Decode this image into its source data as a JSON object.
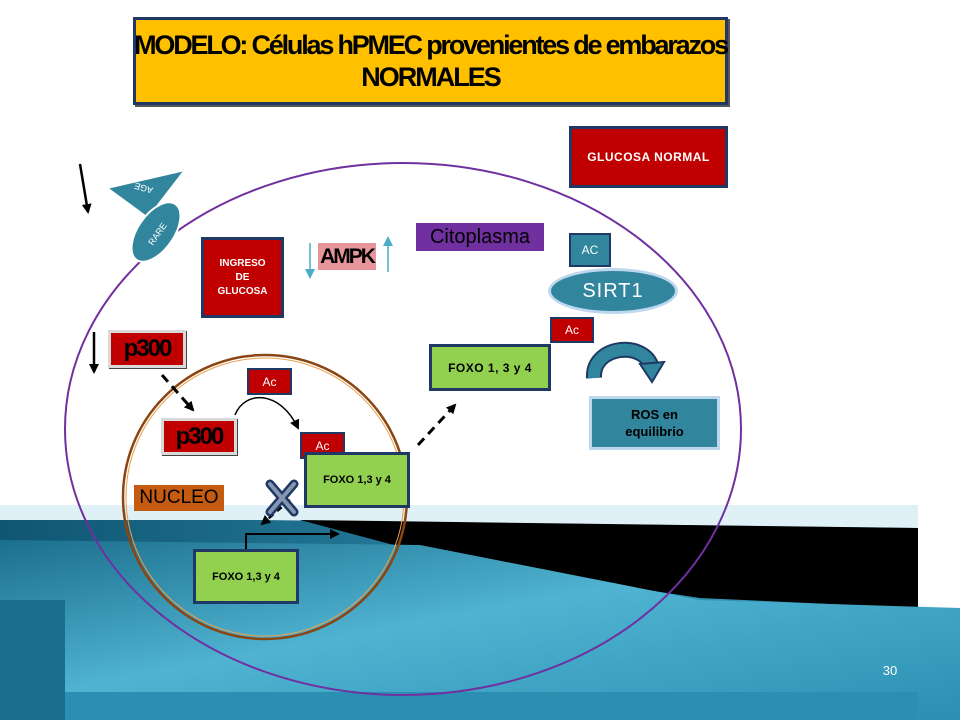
{
  "title": {
    "line1": "MODELO: Células hPMEC provenientes de embarazos",
    "line2": "NORMALES"
  },
  "labels": {
    "glucosa_normal": "GLUCOSA NORMAL",
    "age": "AGE",
    "rare": "RARE",
    "ingreso_line1": "INGRESO",
    "ingreso_line2": "DE",
    "ingreso_line3": "GLUCOSA",
    "ampk": "AMPK",
    "citoplasma": "Citoplasma",
    "ac_top": "AC",
    "sirt1": "SIRT1",
    "ac_sirt": "Ac",
    "foxo_cyto": "FOXO 1, 3 y 4",
    "ros_line1": "ROS en",
    "ros_line2": "equilibrio",
    "p300_outer": "p300",
    "ac_nuc": "Ac",
    "p300_nuc": "p300",
    "ac_foxo": "Ac",
    "foxo_nuc_upper": "FOXO 1,3 y 4",
    "nucleo": "NUCLEO",
    "foxo_nuc_lower": "FOXO 1,3 y 4"
  },
  "slide_number": "30",
  "colors": {
    "title_fill": "#FFC000",
    "title_border": "#1F3864",
    "dark_red": "#C00000",
    "navy_border": "#203864",
    "cell_membrane": "#7030A0",
    "nucleus_membrane": "#8B4513",
    "citoplasma_fill": "#7030A0",
    "nucleo_fill": "#C55A11",
    "foxo_green": "#92D050",
    "teal": "#31859C",
    "ampk_fill": "#E6959B",
    "arrow_cyan": "#4BACC6"
  }
}
